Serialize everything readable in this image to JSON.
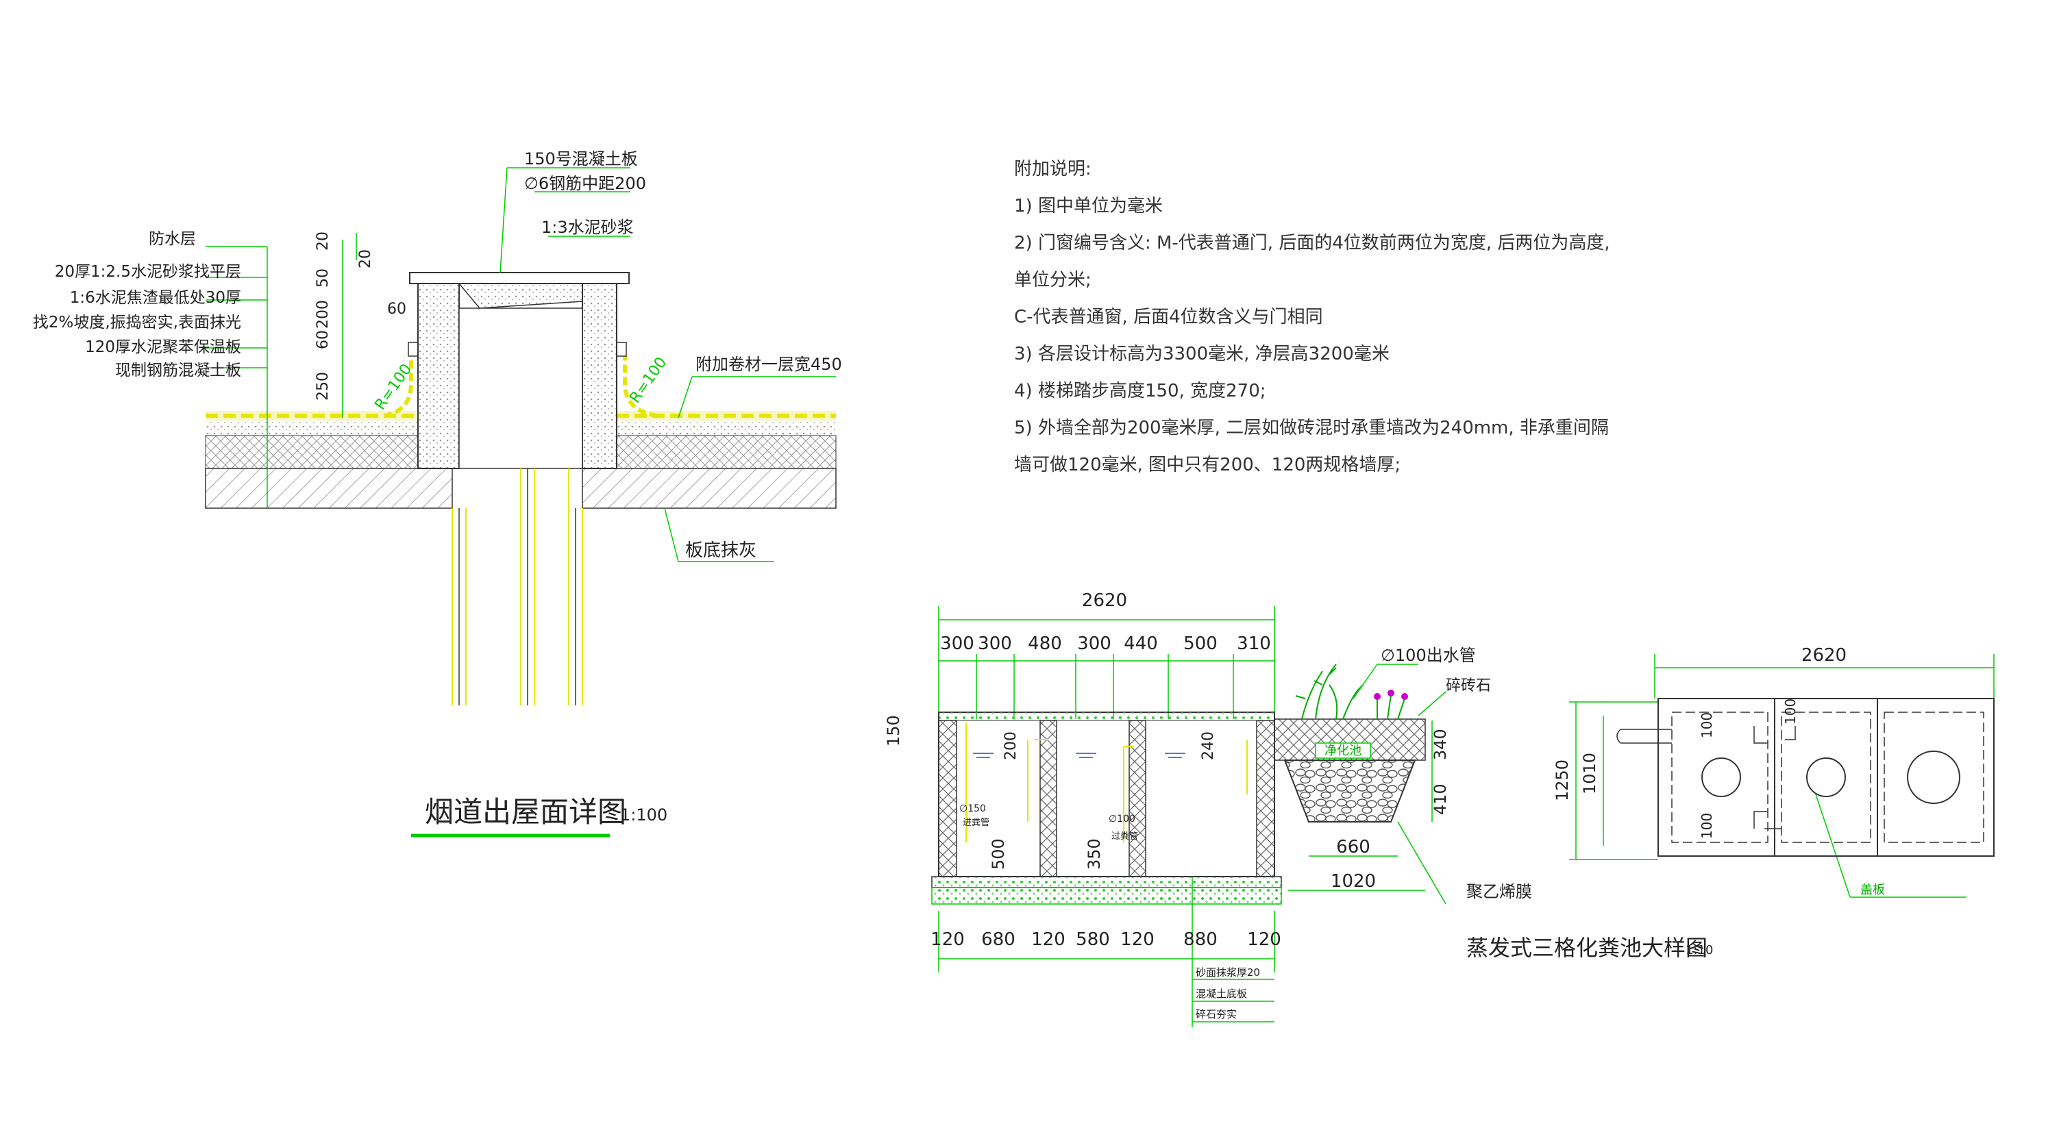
{
  "chimney": {
    "title": "烟道出屋面详图",
    "scale": "1:100",
    "labels": {
      "slab": "150号混凝土板",
      "rebar": "∅6钢筋中距200",
      "mortar": "1:3水泥砂浆",
      "waterproof": "防水层",
      "screed": "20厚1:2.5水泥砂浆找平层",
      "slag1": "1:6水泥焦渣最低处30厚",
      "slag2": "找2%坡度,振捣密实,表面抹光",
      "insulation": "120厚水泥聚苯保温板",
      "roof_slab": "现制钢筋混凝土板",
      "extra_membrane": "附加卷材一层宽450",
      "plaster": "板底抹灰"
    },
    "dims": [
      "20",
      "20",
      "50",
      "200",
      "60",
      "250",
      "60"
    ],
    "radius_left": "R=100",
    "radius_right": "R=100"
  },
  "notes": {
    "heading": "附加说明:",
    "lines": [
      "1) 图中单位为毫米",
      "2) 门窗编号含义: M-代表普通门, 后面的4位数前两位为宽度, 后两位为高度,",
      "单位分米;",
      "  C-代表普通窗, 后面4位数含义与门相同",
      "3) 各层设计标高为3300毫米, 净层高3200毫米",
      "4) 楼梯踏步高度150, 宽度270;",
      "5) 外墙全部为200毫米厚, 二层如做砖混时承重墙改为240mm, 非承重间隔",
      "墙可做120毫米, 图中只有200、120两规格墙厚;"
    ]
  },
  "septic": {
    "title": "蒸发式三格化粪池大样图",
    "scale": "1:10",
    "total_width": "2620",
    "top_dims": [
      "300",
      "300",
      "480",
      "300",
      "440",
      "500",
      "310"
    ],
    "bottom_dims": [
      "120",
      "680",
      "120",
      "580",
      "120",
      "880",
      "120"
    ],
    "left_dim": "150",
    "inner_dims": [
      "200",
      "240",
      "500",
      "350"
    ],
    "pipe_labels": [
      "∅150",
      "进粪管",
      "∅100",
      "过粪管"
    ],
    "outlet_pipe": "∅100出水管",
    "gravel": "碎砖石",
    "purifier": "净化池",
    "basin_dims": [
      "340",
      "410",
      "660",
      "1020"
    ],
    "membrane": "聚乙烯膜",
    "base_layers": [
      "砂面抹浆厚20",
      "混凝土底板",
      "碎石夯实"
    ],
    "plan": {
      "width": "2620",
      "height_outer": "1250",
      "height_inner": "1010",
      "dims": [
        "100",
        "100",
        "100"
      ],
      "cover": "盖板"
    }
  },
  "colors": {
    "green": "#00cc00",
    "yellow": "#e6e600",
    "line": "#333333",
    "magenta": "#cc00cc",
    "blue": "#3344cc"
  }
}
